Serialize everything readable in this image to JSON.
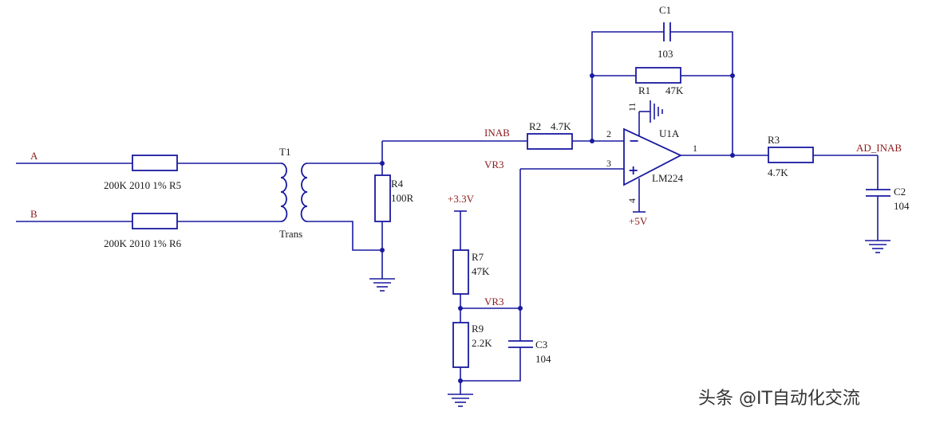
{
  "inputs": {
    "a": "A",
    "b": "B"
  },
  "r5": {
    "value": "200K 2010 1% R5"
  },
  "r6": {
    "value": "200K 2010 1% R6"
  },
  "t1": {
    "ref": "T1",
    "type": "Trans"
  },
  "r4": {
    "ref": "R4",
    "value": "100R"
  },
  "nets": {
    "inab": "INAB",
    "vr3_top": "VR3",
    "vr3_mid": "VR3",
    "ad_inab": "AD_INAB"
  },
  "r2": {
    "ref": "R2",
    "value": "4.7K"
  },
  "c1": {
    "ref": "C1",
    "value": "103"
  },
  "r1": {
    "ref": "R1",
    "value": "47K"
  },
  "u1a": {
    "ref": "U1A",
    "part": "LM224",
    "pin_inv": "2",
    "pin_noninv": "3",
    "pin_out": "1",
    "pin_v": "11",
    "pin_vp": "4",
    "minus": "−",
    "plus": "+"
  },
  "supply": {
    "p5v": "+5V",
    "p33v": "+3.3V"
  },
  "r3": {
    "ref": "R3",
    "value": "4.7K"
  },
  "c2": {
    "ref": "C2",
    "value": "104"
  },
  "r7": {
    "ref": "R7",
    "value": "47K"
  },
  "r9": {
    "ref": "R9",
    "value": "2.2K"
  },
  "c3": {
    "ref": "C3",
    "value": "104"
  },
  "watermark": "头条 @IT自动化交流",
  "colors": {
    "wire": "#1a1aa0",
    "net_label": "#8b1a1a",
    "text": "#1a1a1a"
  }
}
